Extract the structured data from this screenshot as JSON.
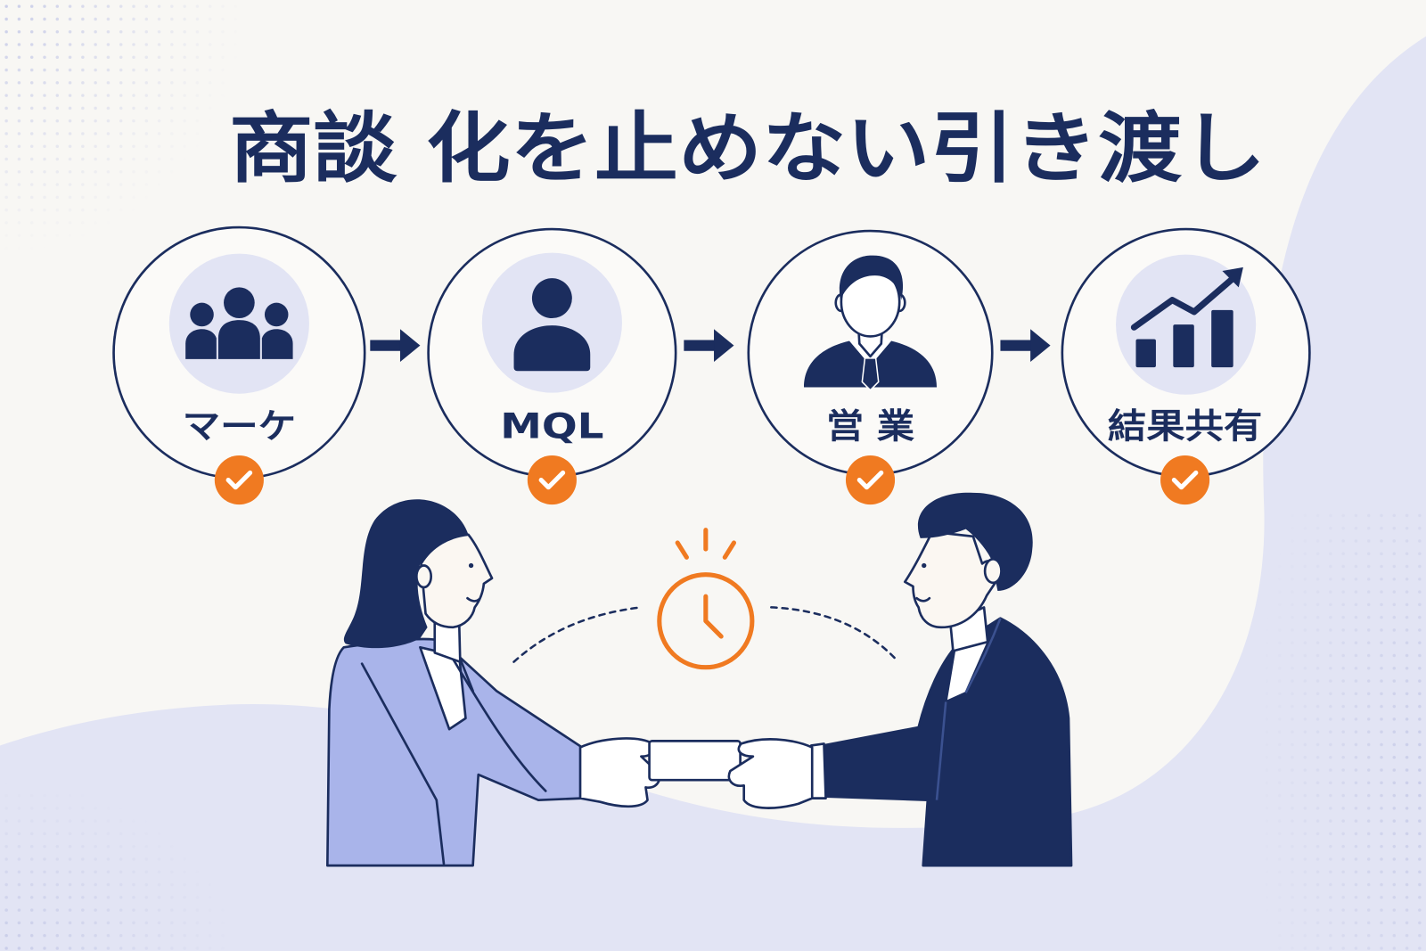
{
  "title": "商談 化を止めない引き渡し",
  "steps": [
    {
      "label": "マーケ",
      "icon": "team-icon",
      "done": true
    },
    {
      "label": "MQL",
      "icon": "user-icon",
      "done": true
    },
    {
      "label": "営 業",
      "icon": "businessman-icon",
      "done": true
    },
    {
      "label": "結果共有",
      "icon": "growth-chart-icon",
      "done": true
    }
  ],
  "colors": {
    "navy": "#1b2d5e",
    "accent": "#f07a21",
    "lavender": "#e2e4f4",
    "background": "#f8f7f4",
    "jacket": "#a9b4ea"
  }
}
